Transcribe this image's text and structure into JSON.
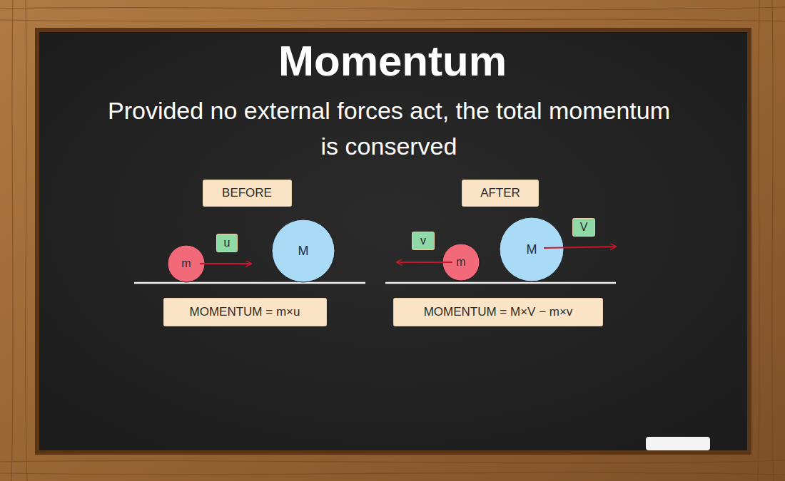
{
  "diagram": {
    "title": "Momentum",
    "nodes": [
      {
        "text": [
          "BEFORE"
        ]
      },
      {
        "text": [
          "u"
        ]
      },
      {
        "text": [
          "m"
        ]
      },
      {
        "text": [
          "M"
        ]
      },
      {
        "text": [
          "MOMENTUM = m×u"
        ]
      },
      {
        "text": [
          "AFTER"
        ]
      },
      {
        "text": [
          "v"
        ]
      },
      {
        "text": [
          "m"
        ]
      },
      {
        "text": [
          "M"
        ]
      },
      {
        "text": [
          "V"
        ]
      },
      {
        "text": [
          "MOMENTUM = M×V − m×v"
        ]
      }
    ],
    "labels": [
      "Provided no external forces act, the total momentum is conserved"
    ]
  }
}
